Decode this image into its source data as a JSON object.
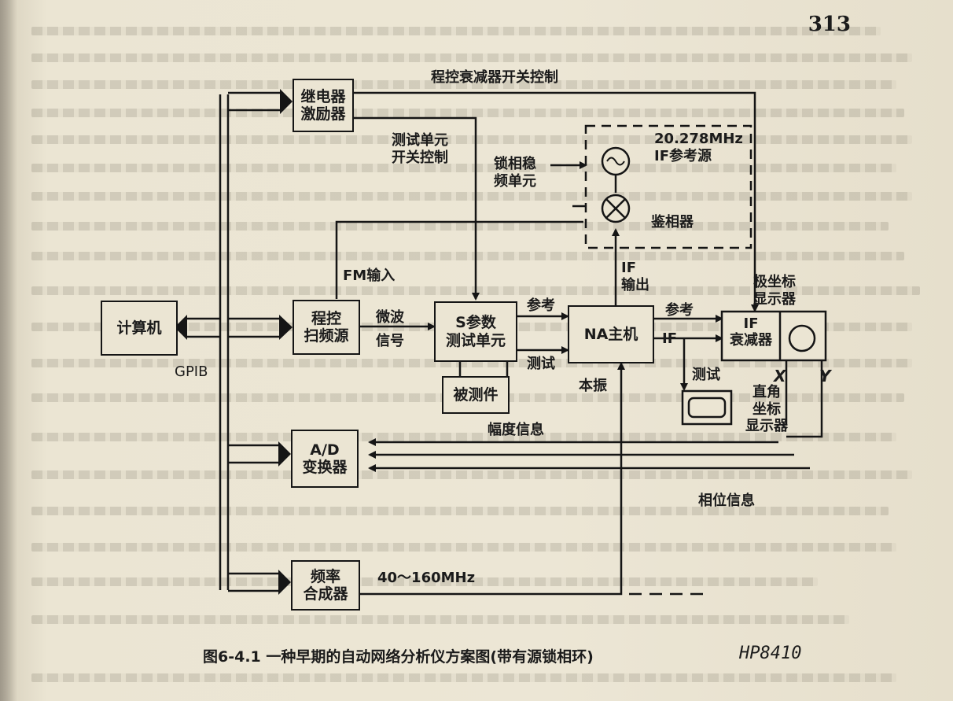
{
  "page_number": "313",
  "figure": {
    "caption": "图6-4.1  一种早期的自动网络分析仪方案图(带有源锁相环)",
    "handwritten_note": "HP8410",
    "blocks": {
      "computer": [
        "计算机"
      ],
      "relay_driver": [
        "继电器",
        "激励器"
      ],
      "sweep_source": [
        "程控",
        "扫频源"
      ],
      "s_param_unit": [
        "S参数",
        "测试单元"
      ],
      "dut": [
        "被测件"
      ],
      "na_main": [
        "NA主机"
      ],
      "if_attenuator": [
        "IF",
        "衰减器"
      ],
      "ad_converter": [
        "A/D",
        "变换器"
      ],
      "freq_synth": [
        "频率",
        "合成器"
      ],
      "if_ref_source": [
        "20.278MHz",
        "IF参考源"
      ],
      "pll_unit": [
        "锁相稳",
        "频单元"
      ],
      "phase_detector": [
        "鉴相器"
      ]
    },
    "labels": {
      "atten_switch_ctrl": "程控衰减器开关控制",
      "test_unit_switch_ctrl": [
        "测试单元",
        "开关控制"
      ],
      "fm_input": "FM输入",
      "microwave_signal": [
        "微波",
        "信号"
      ],
      "reference_1": "参考",
      "test_1": "测试",
      "reference_2": "参考",
      "if_label": "IF",
      "if_output": [
        "IF",
        "输出"
      ],
      "local_osc": "本振",
      "polar_display": [
        "极坐标",
        "显示器"
      ],
      "test_2": "测试",
      "x_axis": "X",
      "y_axis": "Y",
      "rect_display": [
        "直角",
        "坐标",
        "显示器"
      ],
      "amplitude_info": "幅度信息",
      "phase_info": "相位信息",
      "gpib": "GPIB",
      "freq_range": "40～160MHz"
    }
  }
}
